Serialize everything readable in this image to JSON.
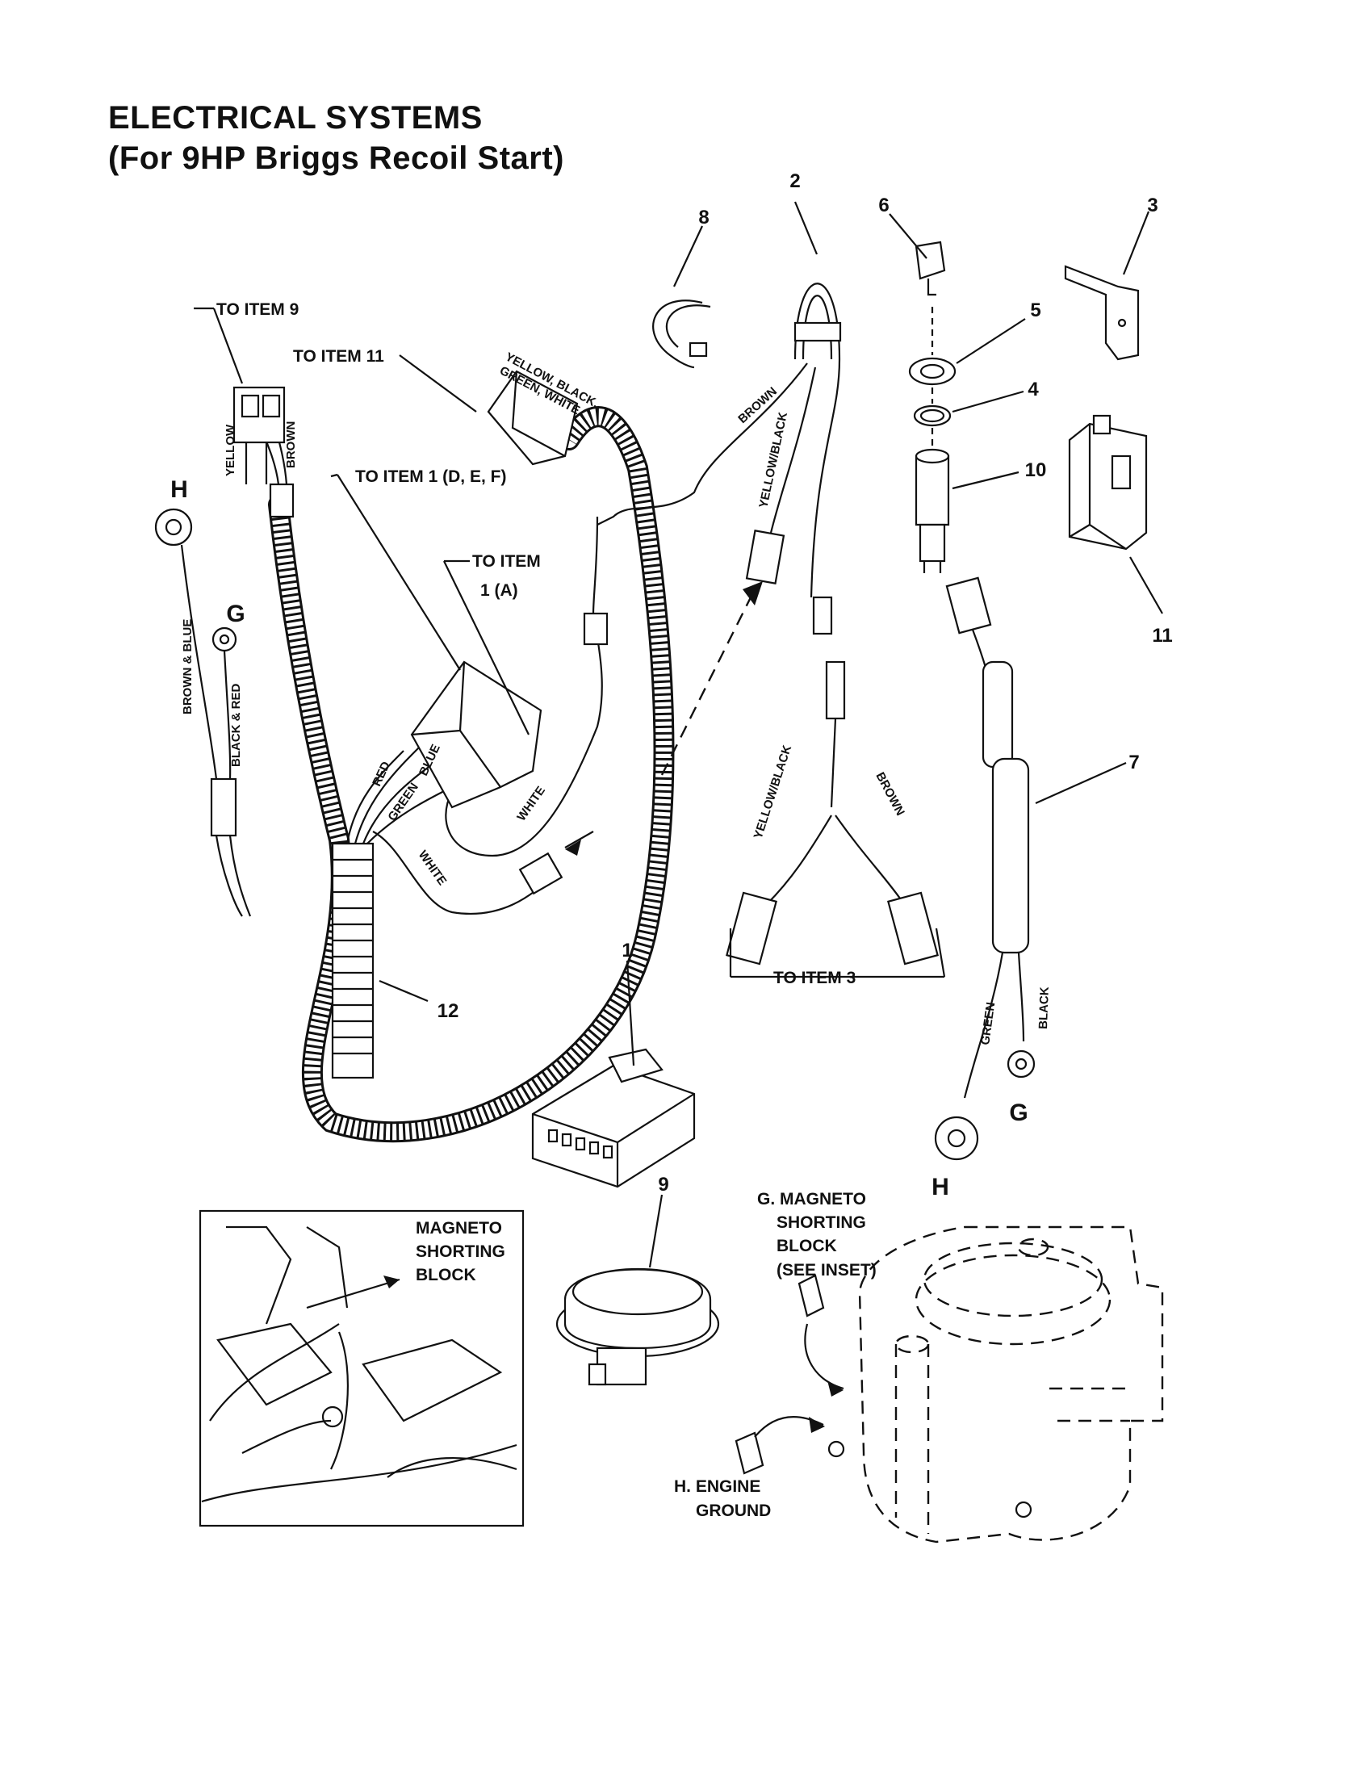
{
  "title": {
    "line1": "ELECTRICAL SYSTEMS",
    "line2": "(For 9HP Briggs Recoil Start)"
  },
  "callouts": {
    "n1": "1",
    "n2": "2",
    "n3": "3",
    "n4": "4",
    "n5": "5",
    "n6": "6",
    "n7": "7",
    "n8": "8",
    "n9": "9",
    "n10": "10",
    "n11": "11",
    "n12": "12"
  },
  "terminals": {
    "h_left": "H",
    "g_left": "G",
    "g_right": "G",
    "h_right": "H"
  },
  "notes": {
    "to_item_9": "TO ITEM 9",
    "to_item_11": "TO ITEM 11",
    "to_item_1_def": "TO ITEM 1 (D, E, F)",
    "to_item_1a_line1": "TO ITEM",
    "to_item_1a_line2": "1 (A)",
    "to_item_3": "TO ITEM 3",
    "magneto_line1": "MAGNETO",
    "magneto_line2": "SHORTING",
    "magneto_line3": "BLOCK",
    "g_line1": "G. MAGNETO",
    "g_line2": "SHORTING",
    "g_line3": "BLOCK",
    "g_line4": "(SEE INSET)",
    "h_line1": "H. ENGINE",
    "h_line2": "GROUND"
  },
  "wires": {
    "yellow": "YELLOW",
    "brown": "BROWN",
    "yellow_black_green_white_1": "YELLOW, BLACK,",
    "yellow_black_green_white_2": "GREEN, WHITE",
    "brown_blue": "BROWN & BLUE",
    "black_red": "BLACK & RED",
    "red": "RED",
    "blue": "BLUE",
    "green": "GREEN",
    "white_a": "WHITE",
    "white_b": "WHITE",
    "brown_top": "BROWN",
    "yellow_black_top": "YELLOW/BLACK",
    "yellow_black_bottom": "YELLOW/BLACK",
    "brown_bottom": "BROWN",
    "green_7": "GREEN",
    "black_7": "BLACK"
  }
}
